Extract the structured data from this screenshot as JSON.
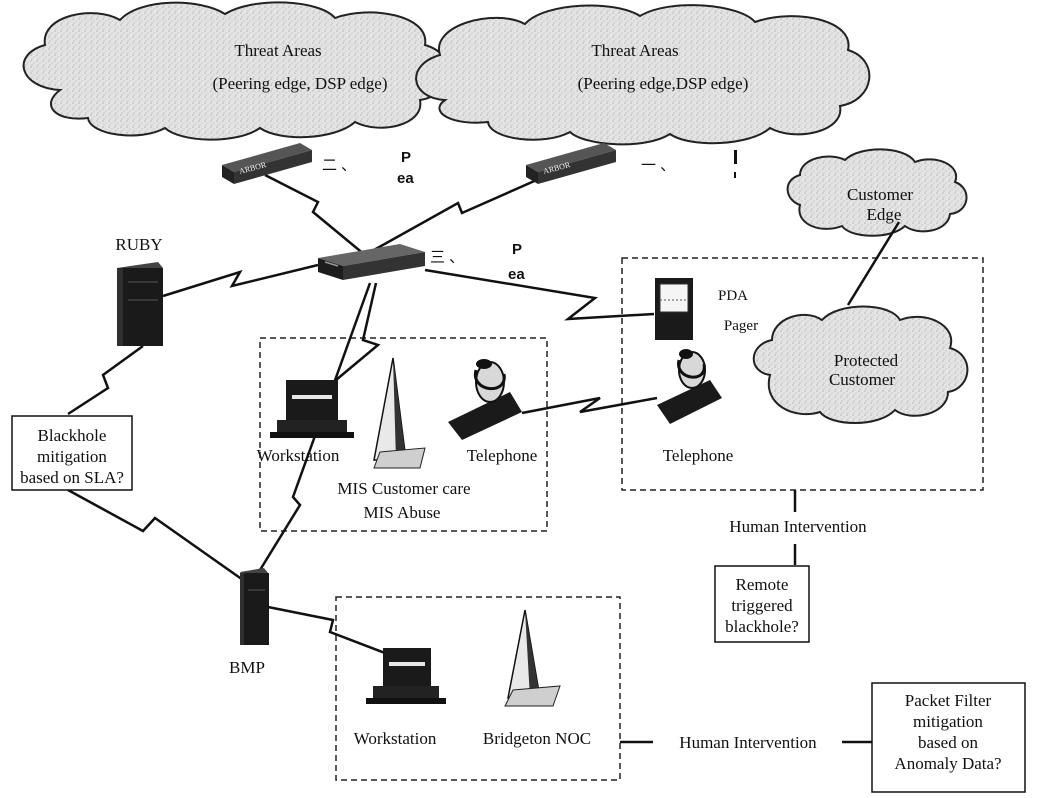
{
  "clouds": {
    "threat_left": {
      "title": "Threat Areas",
      "subtitle": "(Peering edge, DSP edge)"
    },
    "threat_right": {
      "title": "Threat Areas",
      "subtitle": "(Peering edge,DSP edge)"
    },
    "customer_edge": {
      "line1": "Customer",
      "line2": "Edge"
    },
    "protected_customer": {
      "line1": "Protected",
      "line2": "Customer"
    }
  },
  "devices": {
    "arbor_label": "ARBOR",
    "ruby": "RUBY",
    "bmp": "BMP",
    "pda": "PDA",
    "pager": "Pager",
    "workstation_mis": "Workstation",
    "telephone_mis": "Telephone",
    "telephone_right": "Telephone",
    "workstation_noc": "Workstation",
    "bridgeton_noc": "Bridgeton NOC"
  },
  "groups": {
    "mis_line1": "MIS Customer care",
    "mis_line2": "MIS Abuse"
  },
  "annotations": {
    "artifact_1": "二 、",
    "artifact_p1": "P",
    "artifact_ea1": "ea",
    "artifact_2": "一 、",
    "artifact_3": "三 、",
    "artifact_p2": "P",
    "artifact_ea2": "ea"
  },
  "boxes": {
    "blackhole_sla": [
      "Blackhole",
      "mitigation",
      "based on SLA?"
    ],
    "remote_triggered": [
      "Remote",
      "triggered",
      "blackhole?"
    ],
    "packet_filter": [
      "Packet Filter",
      "mitigation",
      "based on",
      "Anomaly Data?"
    ]
  },
  "labels": {
    "human_intervention_right": "Human Intervention",
    "human_intervention_bottom": "Human Intervention"
  }
}
